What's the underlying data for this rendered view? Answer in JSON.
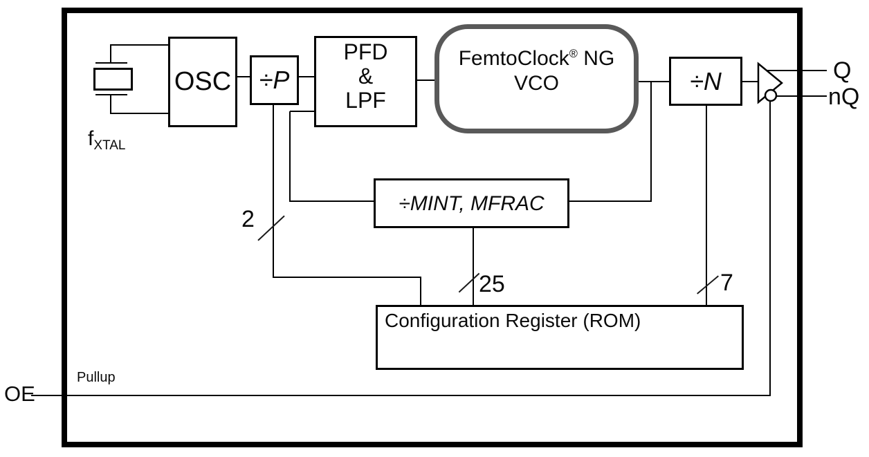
{
  "diagram": {
    "blocks": {
      "osc": "OSC",
      "divp": "÷P",
      "pfd_line1": "PFD",
      "pfd_line2": "&",
      "pfd_line3": "LPF",
      "vco_line1_pre": "FemtoClock",
      "vco_line1_reg": "®",
      "vco_line1_post": "NG",
      "vco_line2": "VCO",
      "divn": "÷N",
      "mint": "÷MINT, MFRAC",
      "config": "Configuration Register (ROM)"
    },
    "labels": {
      "fxtal_base": "f",
      "fxtal_sub": "XTAL",
      "bus_p": "2",
      "bus_mint": "25",
      "bus_n": "7",
      "q": "Q",
      "nq": "nQ",
      "oe": "OE",
      "pullup": "Pullup"
    },
    "colors": {
      "line": "#000000",
      "vco_border": "#595959",
      "text": "#0a0a0a",
      "background": "#ffffff"
    }
  }
}
